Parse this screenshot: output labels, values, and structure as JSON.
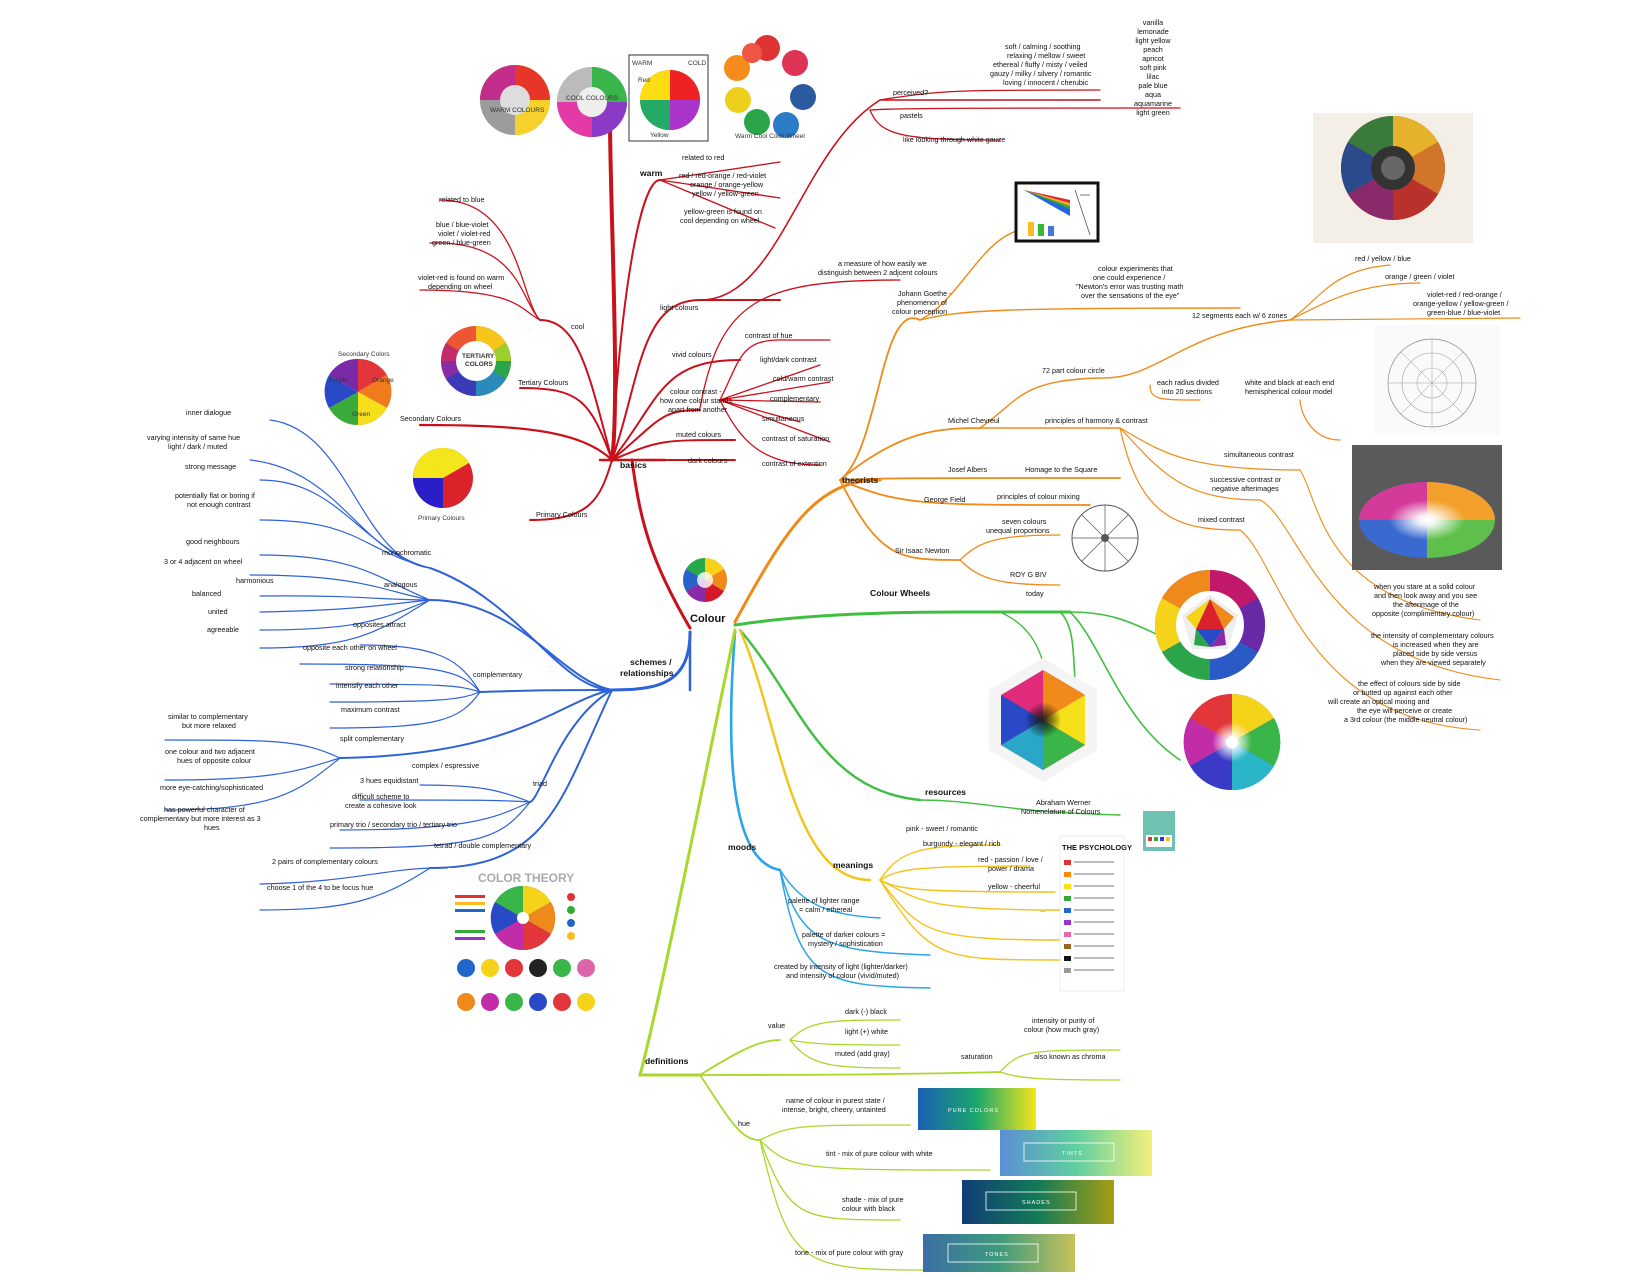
{
  "center": {
    "label": "Colour"
  },
  "colors": {
    "basics": "#c9111b",
    "theorists": "#ef8a18",
    "wheels": "#3fbf3f",
    "moods": "#29a6e8",
    "definitions": "#a8d82b",
    "schemes": "#2f62d8"
  },
  "basics": {
    "label": "basics",
    "warm": {
      "label": "warm",
      "items": [
        "related to red",
        "red / red-orange / red-violet",
        "orange / orange-yellow",
        "yellow / yellow-green",
        "yellow-green is found on",
        "cool depending on wheel"
      ]
    },
    "cool": {
      "label": "cool",
      "items": [
        "related to blue",
        "blue / blue-violet",
        "violet / violet-red",
        "green / blue-green",
        "violet-red is found on warm",
        "depending on wheel"
      ]
    },
    "light": {
      "label": "light colours",
      "perceived": "perceived?",
      "perceived_words": [
        "soft / calming / soothing",
        "relaxing / mellow / sweet",
        "ethereal / fluffy / misty / veiled",
        "gauzy / milky / silvery / romantic",
        "loving / innocent / cherubic"
      ],
      "pastels": "pastels",
      "pastel_list": [
        "vanilla",
        "lemonade",
        "light yellow",
        "peach",
        "apricot",
        "soft pink",
        "lilac",
        "pale blue",
        "aqua",
        "aquamarine",
        "light green"
      ],
      "gauze": "like looking through white gauze"
    },
    "vivid": "vivid colours",
    "contrast": {
      "label1": "colour contrast -",
      "label2": "how one colour stands",
      "label3": "apart from another",
      "measure1": "a measure of how easily we",
      "measure2": "distinguish between 2 adjcent colours",
      "items": [
        "contrast of hue",
        "light/dark contrast",
        "cold/warm contrast",
        "complementary",
        "simultaneous",
        "contrast of saturation",
        "contrast of extention"
      ]
    },
    "muted": "muted colours",
    "dark": "dark colours",
    "tertiary": "Tertiary Colours",
    "secondary": "Secondary Colours",
    "primary": "Primary Colours"
  },
  "theorists": {
    "label": "theorists",
    "goethe": {
      "l1": "Johann Goethe -",
      "l2": "phenomenon of",
      "l3": "colour perception",
      "exp1": "colour experiments that",
      "exp2": "one could experience /",
      "exp3": "\"Newton's error was trusting math",
      "exp4": "over the sensations of the eye\""
    },
    "chevreul": {
      "label": "Michel Chevreul",
      "circle": "72 part colour circle",
      "segments": "12 segments each w/ 6 zones",
      "zones": [
        "red / yellow / blue",
        "orange / green / violet",
        "violet-red / red-orange /",
        "orange-yellow / yellow-green /",
        "green-blue / blue-violet"
      ],
      "radius1": "each radius divided",
      "radius2": "into 20 sections",
      "bw1": "white and black at each end",
      "bw2": "hemispherical colour model",
      "harmony": "principles of harmony & contrast",
      "simultaneous": "simultaneous contrast",
      "sim_desc": [
        "when you stare at a solid colour",
        "and then look away and you see",
        "the afterimage of the",
        "opposite (complimentary colour)"
      ],
      "successive1": "successive contrast or",
      "successive2": "negative afterimages",
      "succ_desc": [
        "the intensity of complementary colours",
        "is increased when they are",
        "placed side by side versus",
        "when they are viewed separately"
      ],
      "mixed": "mixed contrast",
      "mixed_desc": [
        "the effect of colours side by side",
        "or butted up against each other",
        "will create an optical mixing and",
        "the eye will perceive or create",
        "a 3rd colour (the middle neutral colour)"
      ]
    },
    "albers": {
      "label": "Josef Albers",
      "work": "Homage to the Square"
    },
    "field": {
      "label": "George Field",
      "work": "principles of colour mixing"
    },
    "newton": {
      "label": "Sir Isaac Newton",
      "seven1": "seven colours",
      "seven2": "unequal proportions",
      "roy": "ROY G BIV"
    }
  },
  "wheels": {
    "label": "Colour Wheels",
    "today": "today"
  },
  "resources": {
    "label": "resources",
    "werner1": "Abraham Werner",
    "werner2": "Nomenclature of Colours"
  },
  "moods": {
    "label": "moods",
    "lighter1": "palette of lighter range",
    "lighter2": "= calm / ethereal",
    "darker1": "palette of darker colours =",
    "darker2": "mystery / sophistication",
    "created1": "created by intensity of light (lighter/darker)",
    "created2": "and intensity of colour (vivid/muted)"
  },
  "meanings": {
    "label": "meanings",
    "items": [
      "pink - sweet / romantic",
      "burgundy - elegant / rich",
      "red - passion / love /",
      "power / drama",
      "yellow - cheerful",
      "..."
    ]
  },
  "definitions": {
    "label": "definitions",
    "value": {
      "label": "value",
      "items": [
        "dark (-) black",
        "light (+) white",
        "muted (add gray)"
      ]
    },
    "saturation": {
      "label": "saturation",
      "i1": "intensity or purity of",
      "i2": "colour (how much gray)",
      "aka": "also known as chroma"
    },
    "hue": {
      "label": "hue",
      "pure1": "name of colour in purest state /",
      "pure2": "intense, bright, cheery, untainted",
      "tint": "tint - mix of pure colour with white",
      "shade1": "shade - mix of pure",
      "shade2": "colour with black",
      "tone": "tone - mix of pure colour with gray"
    },
    "swatches": [
      "PURE COLORS",
      "TINTS",
      "SHADES",
      "TONES"
    ]
  },
  "schemes": {
    "label1": "schemes /",
    "label2": "relationships",
    "mono": {
      "label": "monochromatic",
      "items": [
        "inner dialogue",
        "varying intensity of same hue",
        "light / dark / muted",
        "strong message",
        "potentially flat or boring if",
        "not enough contrast"
      ]
    },
    "analogous": {
      "label": "analogous",
      "items": [
        "good neighbours",
        "3 or 4 adjacent on wheel",
        "harmonious",
        "balanced",
        "united",
        "agreeable"
      ]
    },
    "complementary": {
      "label": "complementary",
      "items": [
        "opposites attract",
        "opposite each other on wheel",
        "strong relationship",
        "intensify each other",
        "maximum contrast"
      ]
    },
    "split": {
      "label": "split complementary",
      "items": [
        "similar to complementary",
        "but more relaxed",
        "one colour and two adjacent",
        "hues of opposite colour",
        "more eye-catching/sophisticated"
      ]
    },
    "triad": {
      "label": "triad",
      "items": [
        "complex / espressive",
        "3 hues equidistant",
        "difficult scheme to",
        "create a cohesive look",
        "has powerful character of",
        "complementary but more interest as 3",
        "hues",
        "primary trio / secondary trio / tertiary trio"
      ]
    },
    "tetrad": {
      "label": "tetrad / double complementary",
      "items": [
        "2 pairs of complementary colours",
        "choose 1 of the 4 to be focus hue"
      ]
    }
  },
  "images": {
    "warm_wheel": "WARM COLOURS",
    "cool_wheel": "COOL COLOURS",
    "warm_tag": "WARM",
    "cool_tag": "COLD",
    "red": "Red",
    "yellow": "Yellow",
    "warm_cool_caption": "Warm Cool Color Wheel",
    "secondary_title": "Secondary Colors",
    "purple": "Purple",
    "orange": "Orange",
    "green": "Green",
    "tertiary_line1": "TERTIARY",
    "tertiary_line2": "COLORS",
    "primary_caption": "Primary Colours",
    "color_theory": "COLOR THEORY",
    "psychology": "THE PSYCHOLOGY"
  }
}
